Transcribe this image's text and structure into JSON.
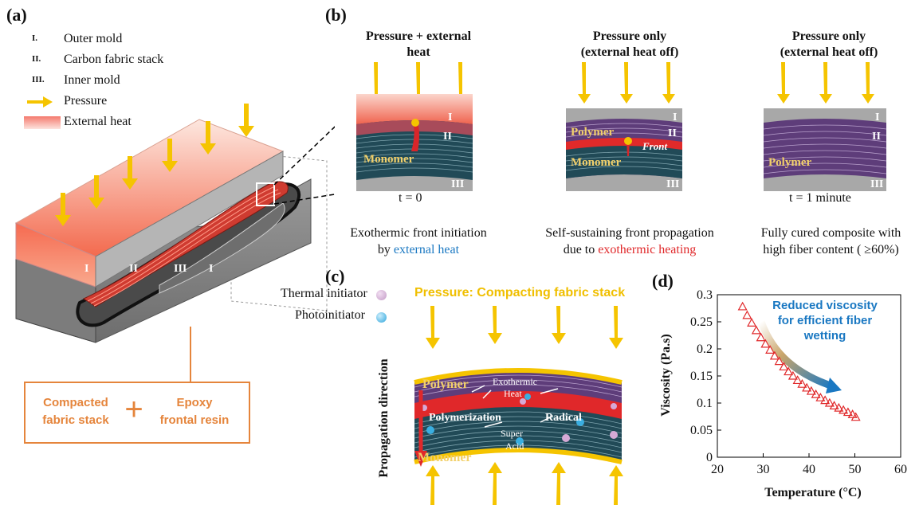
{
  "panel_labels": {
    "a": "(a)",
    "b": "(b)",
    "c": "(c)",
    "d": "(d)"
  },
  "legend_a": [
    {
      "numeral": "I.",
      "text": "Outer mold"
    },
    {
      "numeral": "II.",
      "text": "Carbon fabric stack"
    },
    {
      "numeral": "III.",
      "text": "Inner mold"
    },
    {
      "numeral": "",
      "text": "Pressure"
    },
    {
      "numeral": "",
      "text": "External heat"
    }
  ],
  "mold_labels": [
    "I",
    "II",
    "III",
    "I"
  ],
  "box_a": {
    "left": "Compacted\nfabric stack",
    "plus": "+",
    "right": "Epoxy\nfrontal resin"
  },
  "stages": [
    {
      "title": "Pressure + external\nheat",
      "numerals": [
        "I",
        "II",
        "III"
      ],
      "layers": [
        "Monomer"
      ],
      "time": "t = 0",
      "caption_pre": "Exothermic front initiation\nby ",
      "caption_hl": "external heat",
      "caption_post": ""
    },
    {
      "title": "Pressure only\n(external heat off)",
      "numerals": [
        "I",
        "II",
        "III"
      ],
      "layers": [
        "Polymer",
        "Front",
        "Monomer"
      ],
      "time": "",
      "caption_pre": "Self-sustaining front propagation\ndue to ",
      "caption_hl": "exothermic heating",
      "caption_post": ""
    },
    {
      "title": "Pressure only\n(external heat off)",
      "numerals": [
        "I",
        "II",
        "III"
      ],
      "layers": [
        "Polymer"
      ],
      "time": "t = 1 minute",
      "caption_pre": "Fully cured composite with\nhigh fiber content ( ≥60%)",
      "caption_hl": "",
      "caption_post": ""
    }
  ],
  "panel_c": {
    "pressure_title": "Pressure: Compacting fabric stack",
    "legend": [
      "Thermal initiator",
      "Photoinitiator"
    ],
    "direction": "Propagation direction",
    "polymer": "Polymer",
    "exothermic": "Exothermic",
    "heat": "Heat",
    "polymerization": "Polymerization",
    "radical": "Radical",
    "super": "Super",
    "acid": "Acid",
    "monomer": "Monomer"
  },
  "colors": {
    "pressure_arrow": "#f5c400",
    "heat": "#f08070",
    "front": "#e0282a",
    "polymer": "#5e3d7a",
    "monomer": "#1f4a5a",
    "accent_orange": "#e5853c",
    "annotation_blue": "#1a78c2"
  },
  "chart_data": {
    "type": "scatter",
    "xlabel": "Temperature (°C)",
    "ylabel": "Viscosity (Pa.s)",
    "xlim": [
      20,
      60
    ],
    "ylim": [
      0,
      0.3
    ],
    "xticks": [
      20,
      30,
      40,
      50,
      60
    ],
    "yticks": [
      0,
      0.05,
      0.1,
      0.15,
      0.2,
      0.25,
      0.3
    ],
    "grid": false,
    "annotation": "Reduced viscosity\nfor efficient fiber\nwetting",
    "series": [
      {
        "marker": "open-triangle",
        "color": "#e0282a",
        "x": [
          25.5,
          26.5,
          27.5,
          28.5,
          29.5,
          30.5,
          31.5,
          32.5,
          33.5,
          34.5,
          35.5,
          36.5,
          37.5,
          38.5,
          39.5,
          40.5,
          41.5,
          42.5,
          43.5,
          44.5,
          45.5,
          46.5,
          47.5,
          48.5,
          49.5,
          50.2
        ],
        "y": [
          0.278,
          0.262,
          0.248,
          0.234,
          0.221,
          0.209,
          0.198,
          0.187,
          0.177,
          0.167,
          0.158,
          0.15,
          0.142,
          0.135,
          0.128,
          0.122,
          0.116,
          0.11,
          0.105,
          0.1,
          0.095,
          0.091,
          0.087,
          0.083,
          0.079,
          0.074
        ]
      }
    ]
  }
}
